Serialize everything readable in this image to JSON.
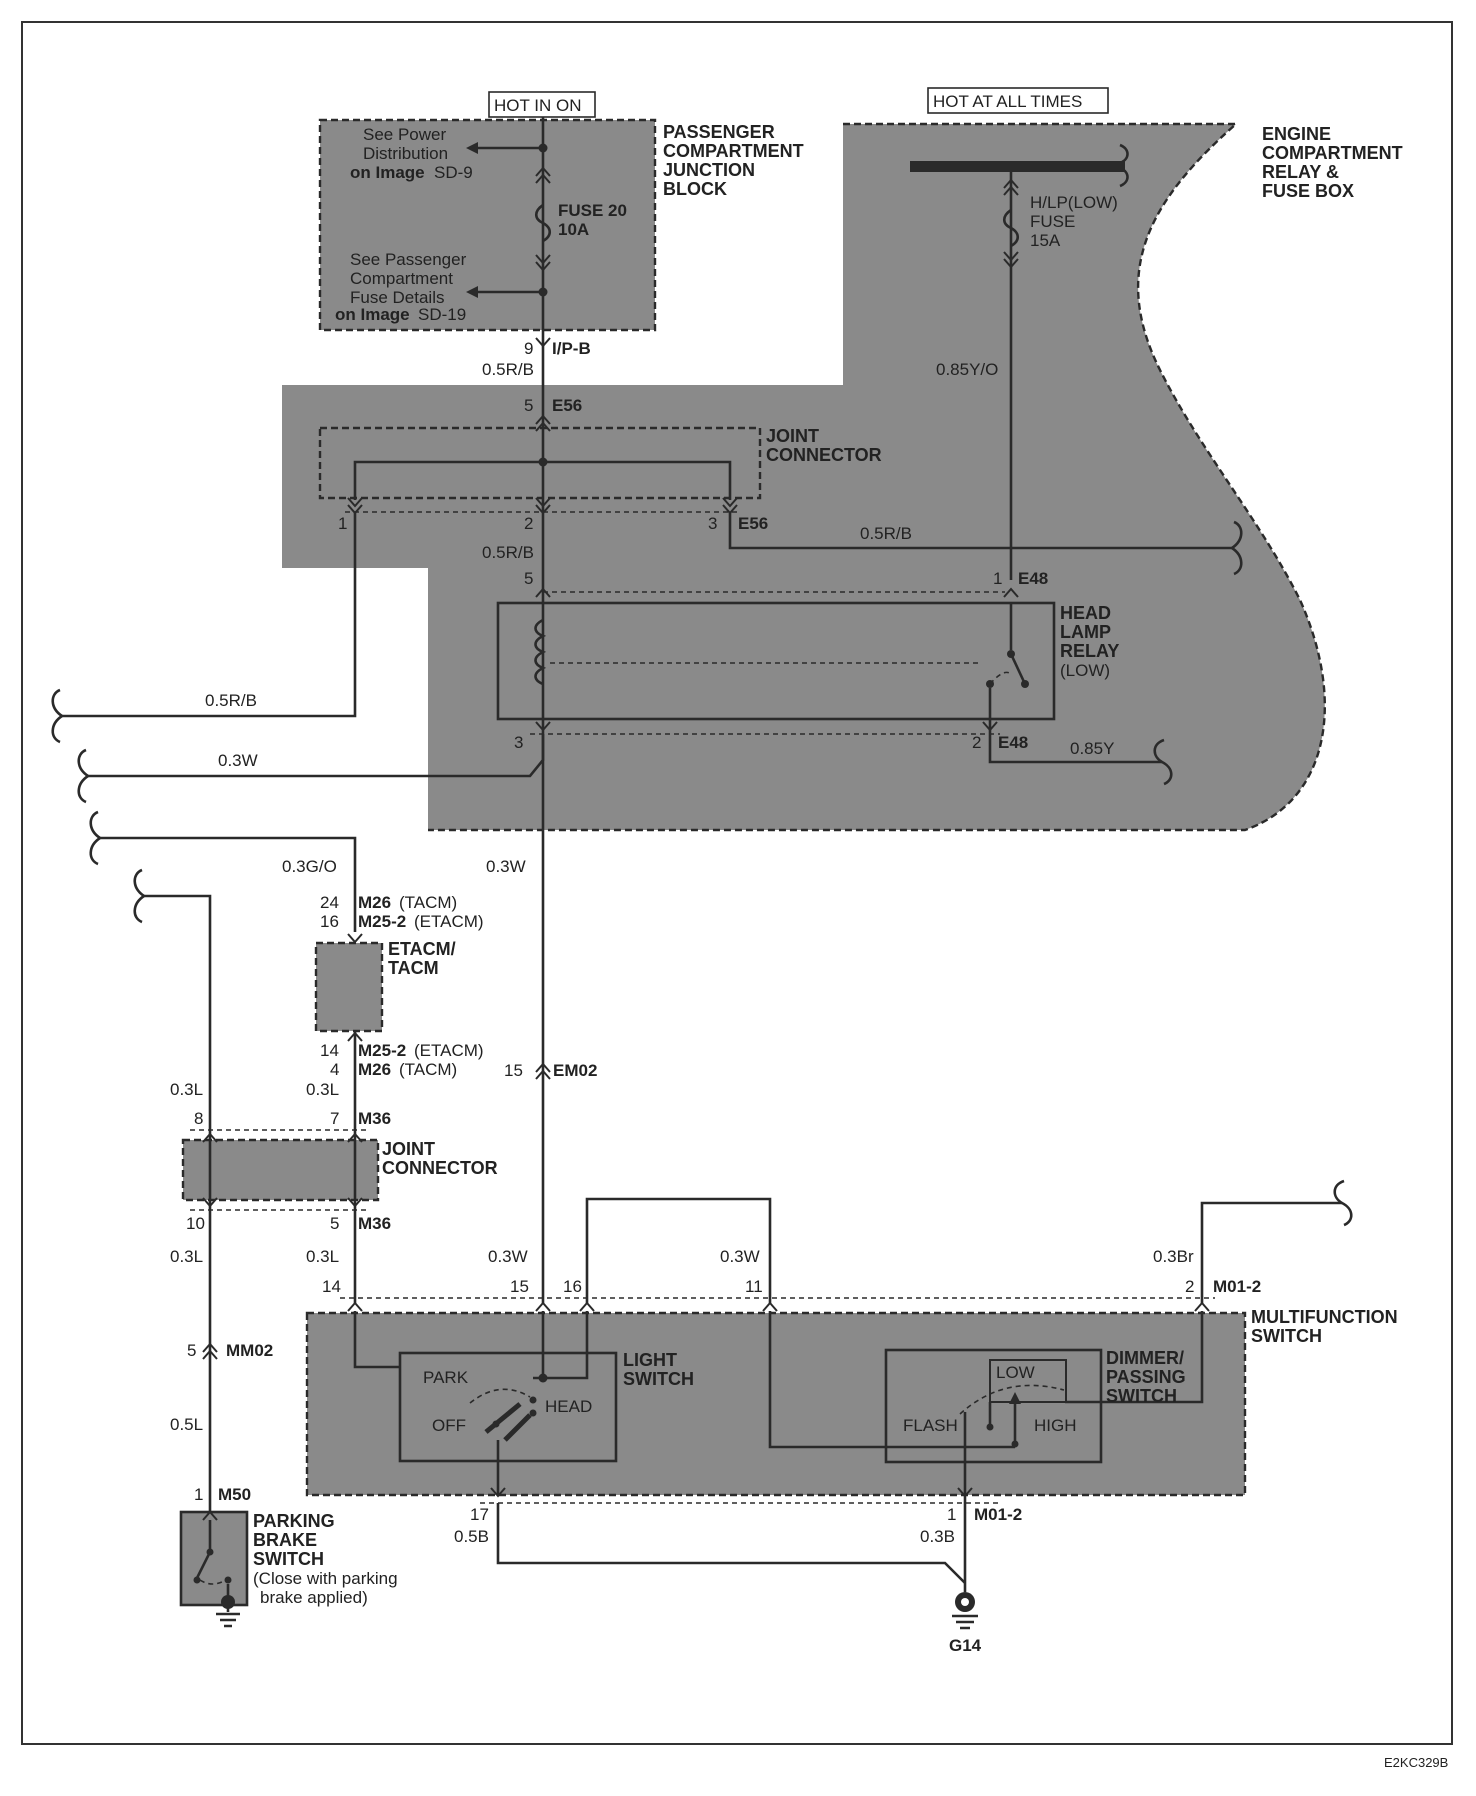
{
  "supplies": {
    "hot_in_on": "HOT IN ON",
    "hot_at_all_times": "HOT AT ALL TIMES"
  },
  "passenger_junction_block": {
    "title_1": "PASSENGER",
    "title_2": "COMPARTMENT",
    "title_3": "JUNCTION",
    "title_4": "BLOCK",
    "see_power_1": "See Power",
    "see_power_2": "Distribution",
    "see_power_3a": "on Image",
    "see_power_3b": "SD-9",
    "fuse_name": "FUSE 20",
    "fuse_rating": "10A",
    "see_pass_1": "See Passenger",
    "see_pass_2": "Compartment",
    "see_pass_3": "Fuse Details",
    "see_pass_4a": "on Image",
    "see_pass_4b": "SD-19"
  },
  "engine_fuse_box": {
    "title_1": "ENGINE",
    "title_2": "COMPARTMENT",
    "title_3": "RELAY &",
    "title_4": "FUSE BOX",
    "fuse_1": "H/LP(LOW)",
    "fuse_2": "FUSE",
    "fuse_3": "15A"
  },
  "wires": {
    "w_05RB": "0.5R/B",
    "w_085YO": "0.85Y/O",
    "w_03W": "0.3W",
    "w_085Y": "0.85Y",
    "w_03GO": "0.3G/O",
    "w_03L": "0.3L",
    "w_05L": "0.5L",
    "w_03Br": "0.3Br",
    "w_05B": "0.5B",
    "w_03B": "0.3B"
  },
  "connectors": {
    "ipb": "I/P-B",
    "e56": "E56",
    "e48": "E48",
    "m26": "M26",
    "tacm": "(TACM)",
    "m25_2": "M25-2",
    "etacm": "(ETACM)",
    "em02": "EM02",
    "m36": "M36",
    "mm02": "MM02",
    "m50": "M50",
    "m01_2": "M01-2"
  },
  "pins": {
    "p1": "1",
    "p2": "2",
    "p3": "3",
    "p4": "4",
    "p5": "5",
    "p7": "7",
    "p8": "8",
    "p9": "9",
    "p10": "10",
    "p11": "11",
    "p14": "14",
    "p15": "15",
    "p16": "16",
    "p17": "17",
    "p24": "24"
  },
  "joint_connector": {
    "line_1": "JOINT",
    "line_2": "CONNECTOR"
  },
  "head_lamp_relay": {
    "line_1": "HEAD",
    "line_2": "LAMP",
    "line_3": "RELAY",
    "line_4": "(LOW)"
  },
  "etacm_module": {
    "line_1": "ETACM/",
    "line_2": "TACM"
  },
  "multifunction_switch": {
    "title_1": "MULTIFUNCTION",
    "title_2": "SWITCH",
    "light_switch_1": "LIGHT",
    "light_switch_2": "SWITCH",
    "park": "PARK",
    "off": "OFF",
    "head": "HEAD",
    "dimmer_1": "DIMMER/",
    "dimmer_2": "PASSING",
    "dimmer_3": "SWITCH",
    "low": "LOW",
    "flash": "FLASH",
    "high": "HIGH"
  },
  "parking_brake_switch": {
    "line_1": "PARKING",
    "line_2": "BRAKE",
    "line_3": "SWITCH",
    "note_1": "(Close with parking",
    "note_2": "brake applied)"
  },
  "ground": {
    "label": "G14"
  },
  "figure_code": "E2KC329B"
}
